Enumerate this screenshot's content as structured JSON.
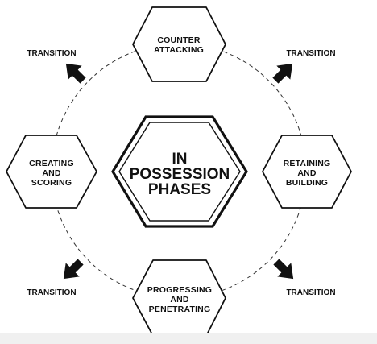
{
  "center": {
    "line1": "IN",
    "line2": "POSSESSION",
    "line3": "PHASES"
  },
  "phases": {
    "top": {
      "line1": "COUNTER",
      "line2": "ATTACKING"
    },
    "right": {
      "line1": "RETAINING",
      "line2": "AND",
      "line3": "BUILDING"
    },
    "bottom": {
      "line1": "PROGRESSING",
      "line2": "AND",
      "line3": "PENETRATING"
    },
    "left": {
      "line1": "CREATING",
      "line2": "AND",
      "line3": "SCORING"
    }
  },
  "transitions": {
    "top_left": "TRANSITION",
    "top_right": "TRANSITION",
    "bottom_left": "TRANSITION",
    "bottom_right": "TRANSITION"
  },
  "colors": {
    "ink": "#111111",
    "background": "#ffffff"
  }
}
